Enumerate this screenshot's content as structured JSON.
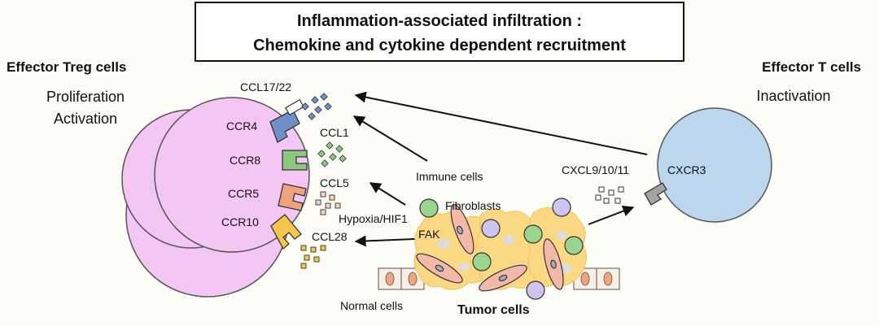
{
  "title": {
    "line1": "Inflammation-associated infiltration :",
    "line2": "Chemokine and cytokine dependent recruitment"
  },
  "left": {
    "heading": "Effector Treg cells",
    "sub1": "Proliferation",
    "sub2": "Activation"
  },
  "right": {
    "heading": "Effector T cells",
    "sub": "Inactivation",
    "receptor": "CXCR3",
    "ligand": "CXCL9/10/11"
  },
  "receptors": [
    {
      "name": "CCR4",
      "ligand": "CCL17/22"
    },
    {
      "name": "CCR8",
      "ligand": "CCL1"
    },
    {
      "name": "CCR5",
      "ligand": "CCL5"
    },
    {
      "name": "CCR10",
      "ligand": "CCL28"
    }
  ],
  "center": {
    "immune": "Immune cells",
    "fibro": "Fibroblasts",
    "hypoxia": "Hypoxia/HIF1",
    "fak": "FAK",
    "normal": "Normal cells",
    "tumor": "Tumor cells"
  },
  "colors": {
    "treg": "#f4c6f4",
    "tcell": "#bcd6ee",
    "ccr4": "#6f8fc9",
    "ccr8": "#8bc77d",
    "ccr5": "#f0a37f",
    "ccr10": "#f6c54a",
    "tumor": "#fbd884",
    "immune_green": "#9bd48f",
    "immune_purple": "#cfc4ee",
    "fibroblast": "#f3b9a8"
  }
}
